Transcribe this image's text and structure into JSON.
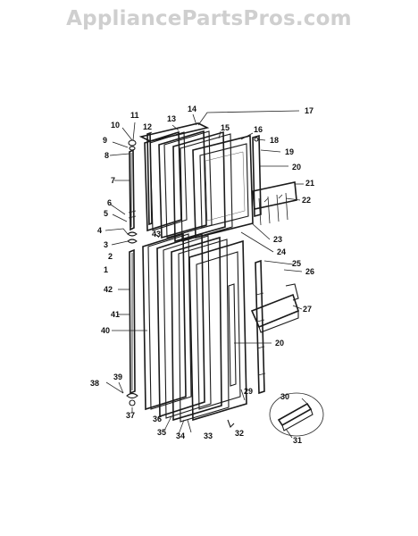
{
  "watermark": "AppliancePartsPros.com",
  "callouts": [
    "1",
    "2",
    "3",
    "4",
    "5",
    "6",
    "7",
    "8",
    "9",
    "10",
    "11",
    "12",
    "13",
    "14",
    "15",
    "16",
    "17",
    "18",
    "19",
    "20",
    "20",
    "21",
    "22",
    "23",
    "24",
    "25",
    "26",
    "27",
    "29",
    "30",
    "31",
    "32",
    "33",
    "34",
    "35",
    "36",
    "37",
    "38",
    "39",
    "40",
    "41",
    "42",
    "43"
  ]
}
